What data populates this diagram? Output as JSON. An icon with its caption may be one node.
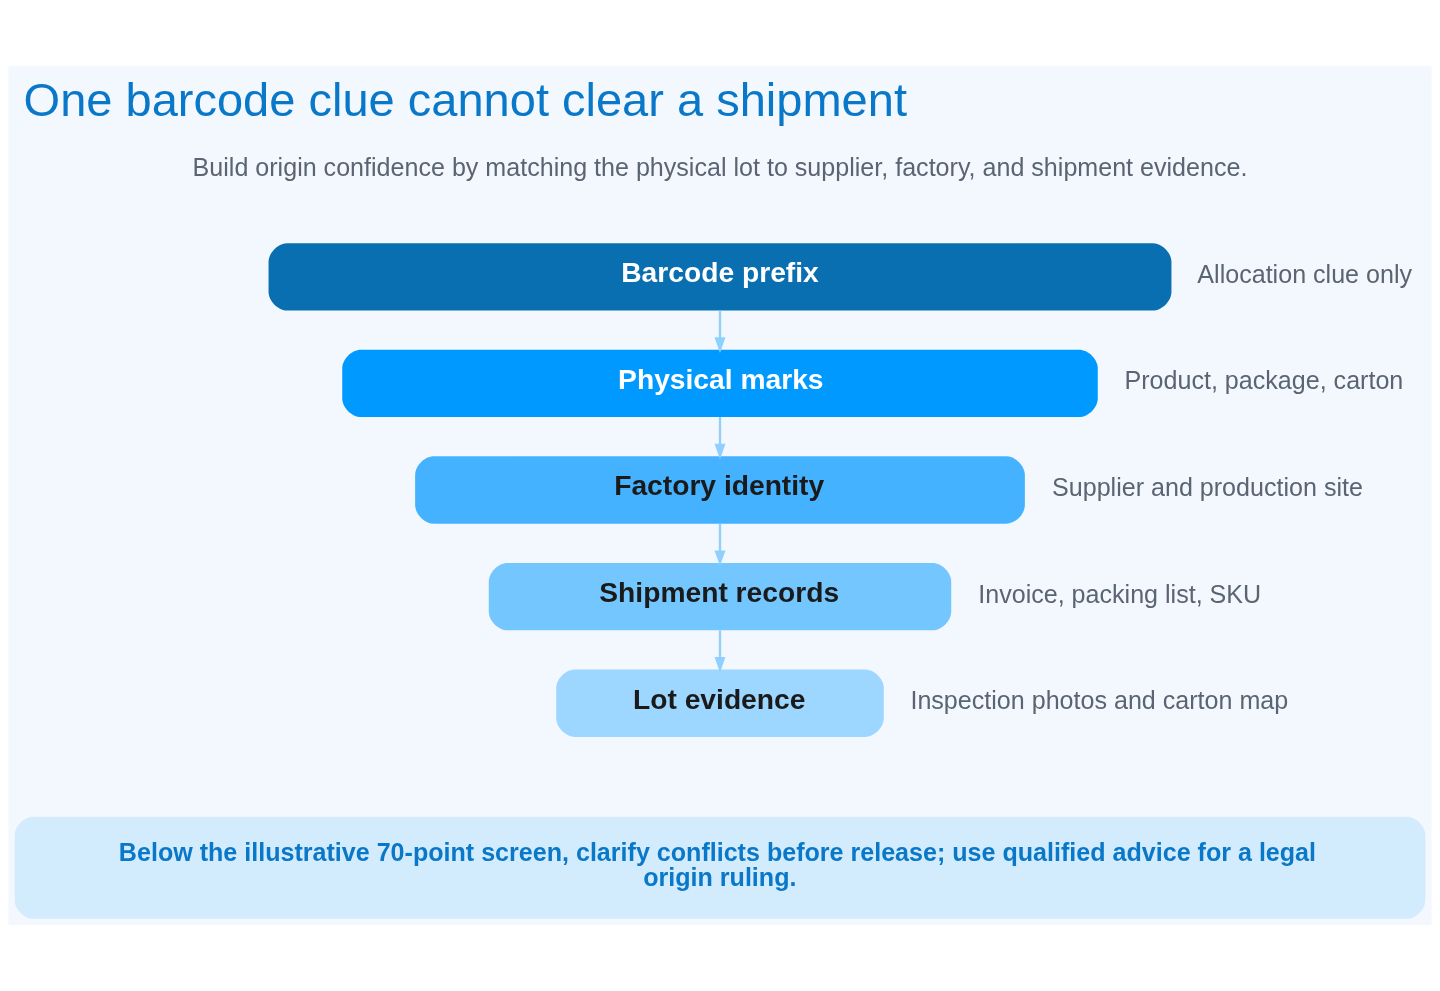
{
  "diagram": {
    "title": "One barcode clue cannot clear a shipment",
    "nodes": [
      {
        "text": [
          "Barcode prefix"
        ],
        "beside": [
          "Allocation clue only"
        ]
      },
      {
        "text": [
          "Physical marks"
        ],
        "beside": [
          "Product, package, carton"
        ]
      },
      {
        "text": [
          "Factory identity"
        ],
        "beside": [
          "Supplier and production site"
        ]
      },
      {
        "text": [
          "Shipment records"
        ],
        "beside": [
          "Invoice, packing list, SKU"
        ]
      },
      {
        "text": [
          "Lot evidence"
        ],
        "beside": [
          "Inspection photos and carton map"
        ]
      },
      {
        "text": [
          "Below the illustrative 70-point screen, clarify conflicts before release; use qualified advice for a legal origin ruling."
        ]
      }
    ],
    "edges": [
      {
        "from": 0,
        "to": 1,
        "arrow": "to"
      },
      {
        "from": 1,
        "to": 2,
        "arrow": "to"
      },
      {
        "from": 2,
        "to": 3,
        "arrow": "to"
      },
      {
        "from": 3,
        "to": 4,
        "arrow": "to"
      }
    ],
    "labels": [
      "Build origin confidence by matching the physical lot to supplier, factory, and shipment evidence."
    ]
  }
}
